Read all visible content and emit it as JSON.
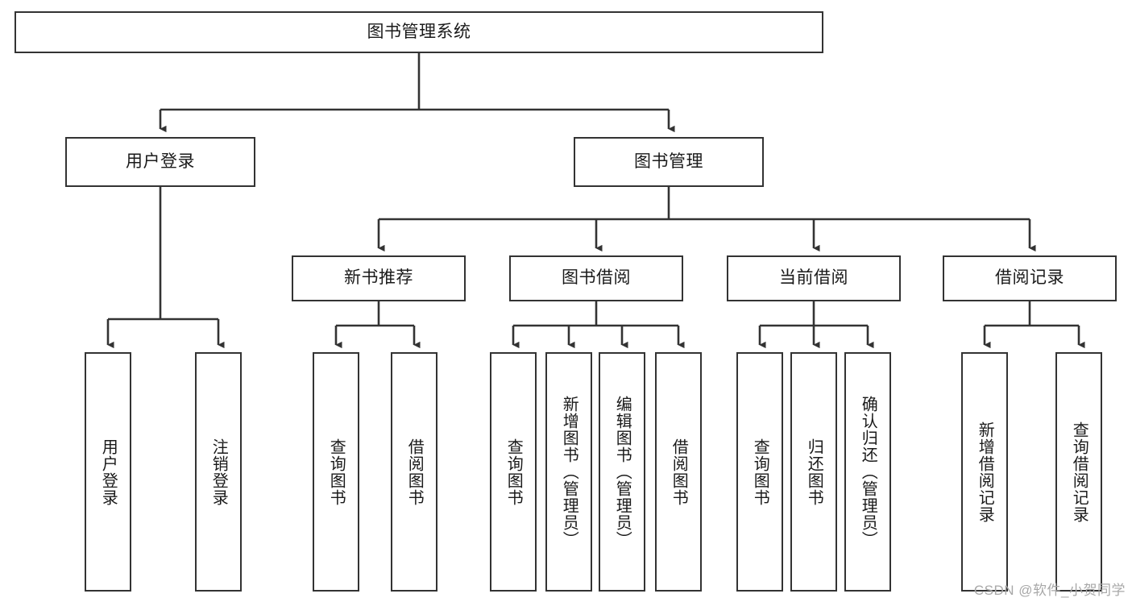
{
  "diagram": {
    "title": "图书管理系统",
    "type": "tree-hierarchy-chart",
    "watermark": "CSDN @软件_小贺同学",
    "line_color": "#333333",
    "box_fill": "#ffffff",
    "text_color": "#1a1a1a",
    "watermark_color": "#a8a8a8"
  },
  "nodes": {
    "root": {
      "label": "图书管理系统"
    },
    "level2": [
      {
        "id": "user-login",
        "label": "用户登录"
      },
      {
        "id": "book-management",
        "label": "图书管理"
      }
    ],
    "level3": [
      {
        "id": "new-book-recommend",
        "label": "新书推荐"
      },
      {
        "id": "book-borrow",
        "label": "图书借阅"
      },
      {
        "id": "current-borrow",
        "label": "当前借阅"
      },
      {
        "id": "borrow-record",
        "label": "借阅记录"
      }
    ],
    "leaves": {
      "user_login": [
        {
          "id": "leaf-user-login",
          "label": "用户登录"
        },
        {
          "id": "leaf-logout-login",
          "label": "注销登录"
        }
      ],
      "new_book_recommend": [
        {
          "id": "leaf-query-book-1",
          "label": "查询图书"
        },
        {
          "id": "leaf-borrow-book-1",
          "label": "借阅图书"
        }
      ],
      "book_borrow": [
        {
          "id": "leaf-query-book-2",
          "label": "查询图书"
        },
        {
          "id": "leaf-add-book",
          "label": "新增图书（管理员）"
        },
        {
          "id": "leaf-edit-book",
          "label": "编辑图书（管理员）"
        },
        {
          "id": "leaf-borrow-book-2",
          "label": "借阅图书"
        }
      ],
      "current_borrow": [
        {
          "id": "leaf-query-book-3",
          "label": "查询图书"
        },
        {
          "id": "leaf-return-book",
          "label": "归还图书"
        },
        {
          "id": "leaf-confirm-return",
          "label": "确认归还（管理员）"
        }
      ],
      "borrow_record": [
        {
          "id": "leaf-add-record",
          "label": "新增借阅记录"
        },
        {
          "id": "leaf-query-record",
          "label": "查询借阅记录"
        }
      ]
    }
  }
}
